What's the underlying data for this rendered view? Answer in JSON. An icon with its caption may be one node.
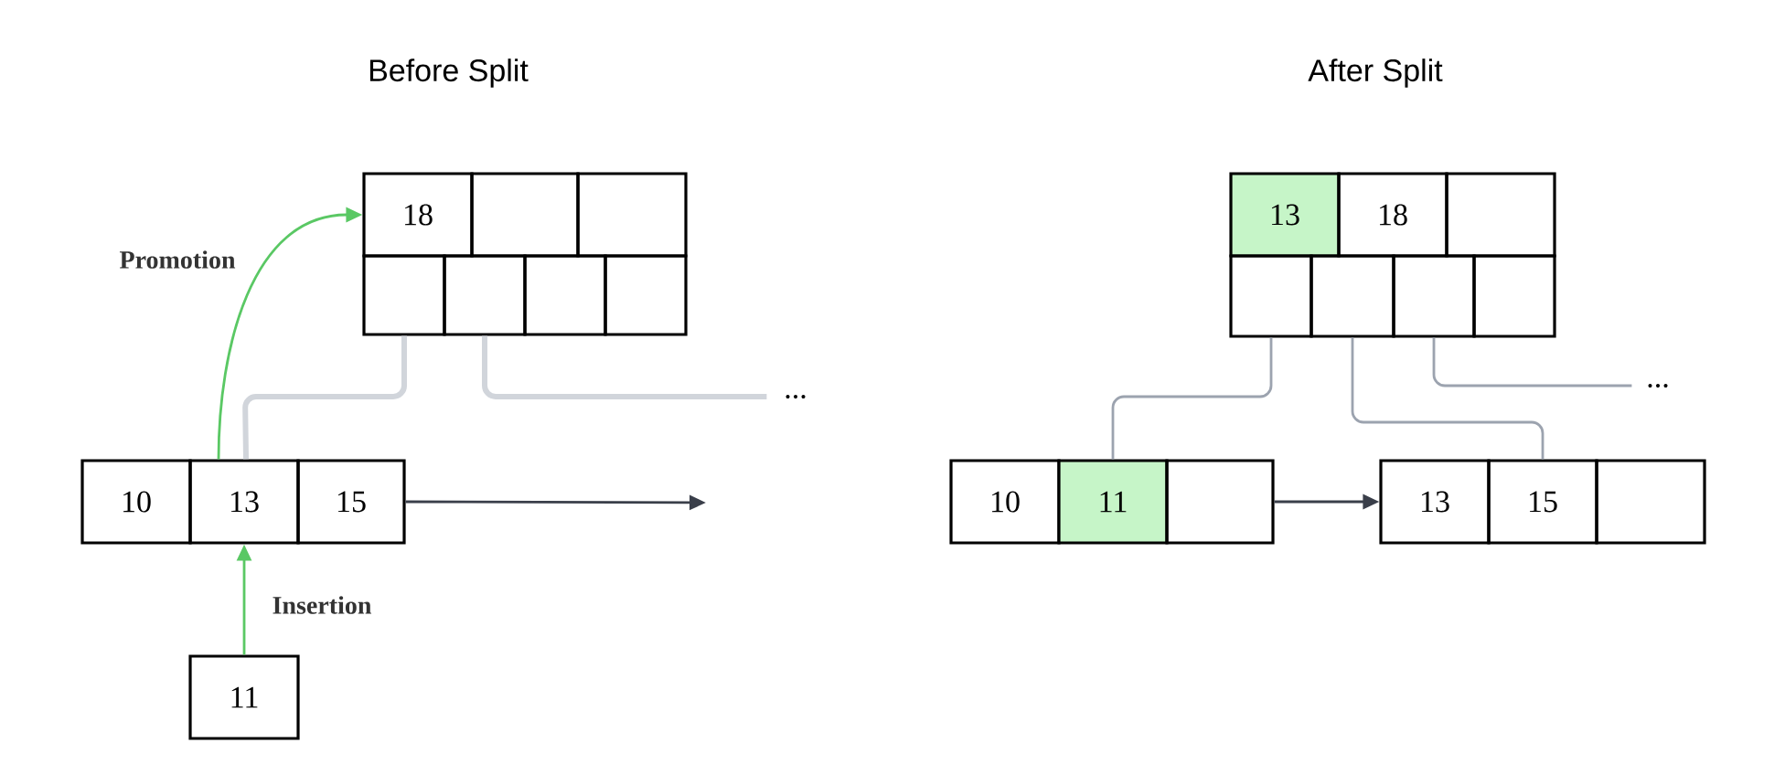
{
  "diagram": {
    "nodes": [
      {
        "text": [
          "18"
        ]
      },
      {
        "text": [],
        "shape": "box"
      },
      {
        "text": [],
        "shape": "box"
      },
      {
        "text": [],
        "shape": "box"
      },
      {
        "text": [],
        "shape": "box"
      },
      {
        "text": [],
        "shape": "box"
      },
      {
        "text": [],
        "shape": "box"
      },
      {
        "text": [
          "..."
        ]
      },
      {
        "text": [
          "10"
        ]
      },
      {
        "text": [
          "13"
        ]
      },
      {
        "text": [
          "15"
        ]
      },
      {
        "text": [
          "11"
        ]
      },
      {
        "text": [
          "13"
        ]
      },
      {
        "text": [
          "18"
        ]
      },
      {
        "text": [],
        "shape": "box"
      },
      {
        "text": [],
        "shape": "box"
      },
      {
        "text": [],
        "shape": "box"
      },
      {
        "text": [],
        "shape": "box"
      },
      {
        "text": [],
        "shape": "box"
      },
      {
        "text": [
          "..."
        ]
      },
      {
        "text": [
          "10"
        ]
      },
      {
        "text": [
          "11"
        ]
      },
      {
        "text": [],
        "shape": "box"
      },
      {
        "text": [
          "13"
        ]
      },
      {
        "text": [
          "15"
        ]
      },
      {
        "text": [],
        "shape": "box"
      }
    ],
    "edges": [
      {
        "from": 11,
        "to": 9,
        "arrow": "to",
        "label": "Insertion",
        "color": "#5ac864"
      },
      {
        "from": 9,
        "to": 0,
        "arrow": "to",
        "label": "Promotion",
        "color": "#5ac864"
      },
      {
        "from": 3,
        "to": 9,
        "arrow": "none",
        "style": "thick",
        "color": "#d1d5db"
      },
      {
        "from": 4,
        "to": 7,
        "arrow": "none",
        "style": "thick",
        "color": "#d1d5db"
      },
      {
        "from": 10,
        "to": null,
        "arrow": "to",
        "color": "#3a3f4a"
      },
      {
        "from": 15,
        "to": 21,
        "arrow": "none"
      },
      {
        "from": 16,
        "to": 24,
        "arrow": "none"
      },
      {
        "from": 17,
        "to": 19,
        "arrow": "none"
      },
      {
        "from": 22,
        "to": 23,
        "arrow": "to",
        "color": "#3a3f4a"
      }
    ],
    "labels": [
      "Before Split",
      "After Split"
    ]
  }
}
